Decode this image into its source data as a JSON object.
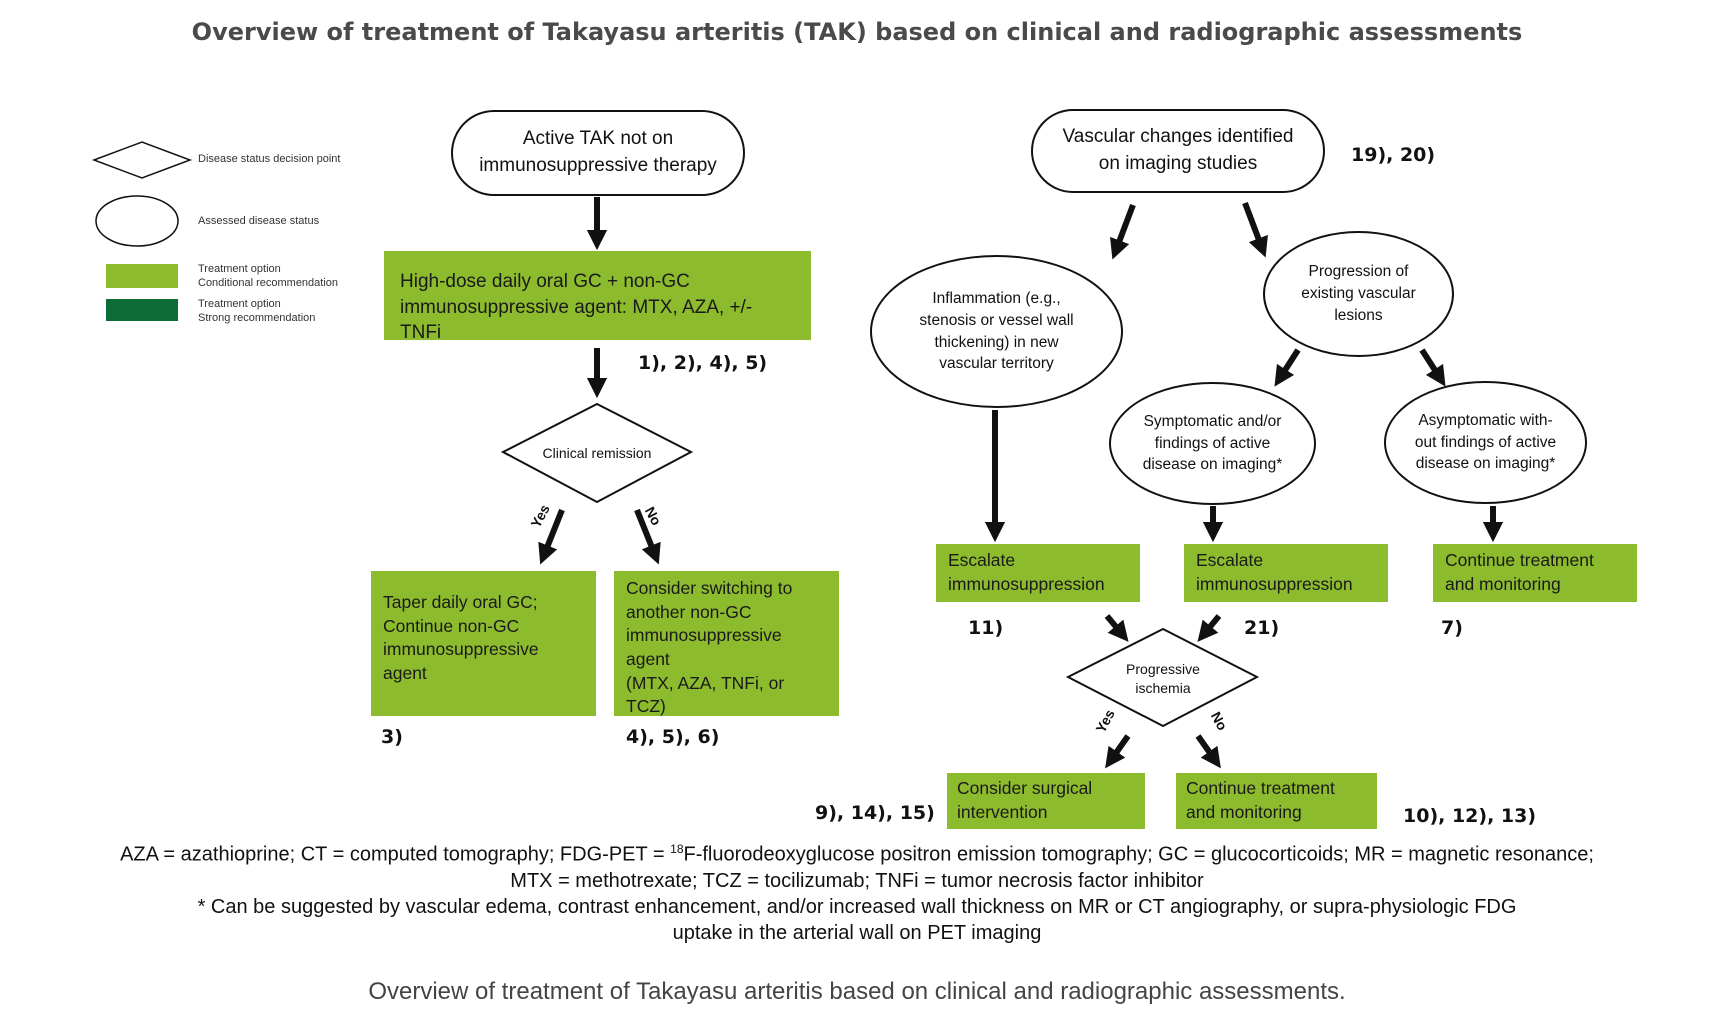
{
  "title": "Overview of treatment of Takayasu arteritis (TAK) based on clinical and radiographic assessments",
  "legend": {
    "decision": "Disease status decision point",
    "assessed": "Assessed disease status",
    "conditional": [
      "Treatment option",
      "Conditional recommendation"
    ],
    "strong": [
      "Treatment option",
      "Strong recommendation"
    ],
    "colors": {
      "conditional": "#8dbb2e",
      "strong": "#0d6b35"
    }
  },
  "left": {
    "start": [
      "Active TAK not on",
      "immunosuppressive therapy"
    ],
    "initial": [
      "High-dose daily oral GC + non-GC",
      "immunosuppressive agent: MTX, AZA, +/- TNFi"
    ],
    "initial_ref": "1), 2), 4), 5)",
    "decision": "Clinical remission",
    "yes": "Yes",
    "no": "No",
    "taper": [
      "Taper daily oral GC;",
      "Continue non-GC",
      "immunosuppressive",
      "agent"
    ],
    "taper_ref": "3)",
    "switch": [
      "Consider switching to",
      "another non-GC",
      "immunosuppressive",
      "agent",
      "(MTX, AZA, TNFi, or TCZ)"
    ],
    "switch_ref": "4), 5), 6)"
  },
  "right": {
    "start": [
      "Vascular changes identified",
      "on imaging studies"
    ],
    "start_ref": "19), 20)",
    "inflammation": [
      "Inflammation (e.g.,",
      "stenosis or vessel wall",
      "thickening) in new",
      "vascular territory"
    ],
    "progression": [
      "Progression of",
      "existing vascular",
      "lesions"
    ],
    "symptomatic": [
      "Symptomatic and/or",
      "findings of active",
      "disease on imaging*"
    ],
    "asymptomatic": [
      "Asymptomatic with-",
      "out findings of active",
      "disease on imaging*"
    ],
    "escalate1": [
      "Escalate",
      "immunosuppression"
    ],
    "escalate1_ref": "11)",
    "escalate2": [
      "Escalate",
      "immunosuppression"
    ],
    "escalate2_ref": "21)",
    "continue1": [
      "Continue treatment",
      "and monitoring"
    ],
    "continue1_ref": "7)",
    "decision": [
      "Progressive",
      "ischemia"
    ],
    "yes": "Yes",
    "no": "No",
    "surgical": [
      "Consider surgical",
      "intervention"
    ],
    "surgical_ref": "9), 14), 15)",
    "continue2": [
      "Continue treatment",
      "and monitoring"
    ],
    "continue2_ref": "10), 12), 13)"
  },
  "footer": {
    "line1_pre": "AZA = azathioprine; CT = computed tomography; FDG-PET = ",
    "line1_sup": "18",
    "line1_post": "F-fluorodeoxyglucose positron emission tomography; GC = glucocorticoids; MR = magnetic resonance;",
    "line2": "MTX = methotrexate; TCZ = tocilizumab; TNFi = tumor necrosis factor inhibitor",
    "line3": "* Can be suggested by vascular edema, contrast enhancement, and/or increased wall thickness on MR or CT angiography, or supra-physiologic FDG",
    "line4": "uptake in the arterial wall on PET imaging"
  },
  "caption": "Overview of treatment of Takayasu arteritis based on clinical and radiographic assessments."
}
